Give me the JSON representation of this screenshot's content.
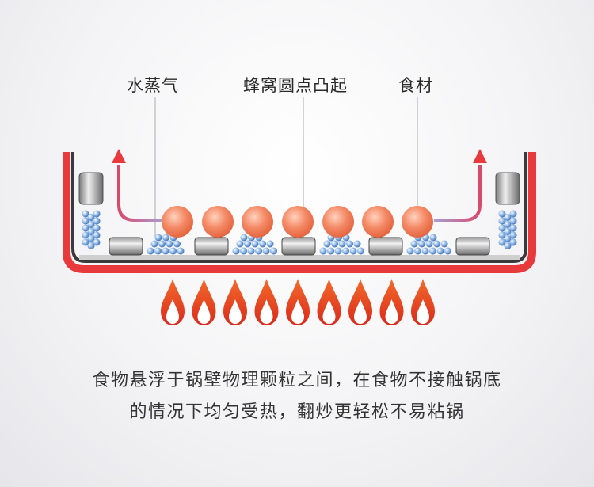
{
  "labels": {
    "steam": "水蒸气",
    "honeycomb_dots": "蜂窝圆点凸起",
    "food": "食材"
  },
  "caption": {
    "line1": "食物悬浮于锅壁物理颗粒之间，在食物不接触锅底",
    "line2": "的情况下均匀受热，翻炒更轻松不易粘锅"
  },
  "colors": {
    "pan_red": "#e8393c",
    "steam_arrow": "#e8393c",
    "steam_trail": "#a9a0d6",
    "flame": "#e8472a",
    "food_ball": "#f2845e",
    "particle": "#6f9fd8"
  }
}
